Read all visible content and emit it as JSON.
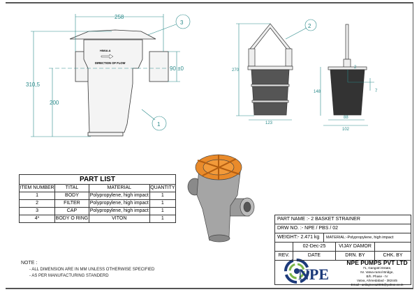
{
  "front_view": {
    "dim_width": "258",
    "dim_height": "310,5",
    "dim_inlet": "200",
    "dim_port": "90 ±0",
    "balloon_cap": "3",
    "balloon_body": "1",
    "direction_label": "DIRECTION OF FLOW",
    "brand_mark": "HIMALA"
  },
  "basket_view": {
    "balloon_filter": "2",
    "dim_height": "270",
    "dim_width": "123",
    "dim_side_height": "148",
    "dim_inner": "88",
    "dim_outer": "102",
    "dim_small_a": "2",
    "dim_small_b": "7"
  },
  "part_list": {
    "title": "PART LIST",
    "headers": [
      "ITEM NUMBER",
      "TITAL",
      "MATERIAL",
      "QUANTITY"
    ],
    "rows": [
      [
        "1",
        "BODY",
        "Polypropylene, high impact",
        "1"
      ],
      [
        "2",
        "FILTER",
        "Polypropylene, high impact",
        "1"
      ],
      [
        "3",
        "CAP",
        "Polypropylene, high impact",
        "1"
      ],
      [
        "4*",
        "BODY O RING",
        "VITON",
        "1"
      ]
    ]
  },
  "title_block": {
    "part_name": "PART NAME :- 2 BASKET STRAINER",
    "drawing_no": "DRW NO. :- NPE / PBS / 02",
    "weight": "WEIGHT:- 2.471 kg",
    "material": "MATERIAL:-Polypropylene, high impact",
    "rev": "",
    "date": "02-Dec-25",
    "drawn_by": "VIJAY DAMOR",
    "checked_by": "",
    "labels": {
      "rev": "REV.",
      "date": "DATE",
      "drn_by": "DRN. BY",
      "chk_by": "CHK. BY"
    }
  },
  "company": {
    "logo_text": "NPE",
    "name": "NPE PUMPS PVT LTD",
    "address": [
      "71, Gangotri Estate,",
      "Nr. Vatva-ramol Bridge,",
      "B/h. Phase - IV",
      "Vatva, Ahmedabad - 382445",
      "Email : anilajmera2006@yahoo.co.in"
    ],
    "colors": {
      "navy": "#1c3a7a",
      "green": "#7ab648"
    }
  },
  "notes": {
    "title": "NOTE :",
    "items": [
      "- ALL DIMENSION ARE IN MM UNLESS OTHERWISE SPECIFIED",
      "- AS PER MANUFACTURING STANDERD"
    ]
  }
}
